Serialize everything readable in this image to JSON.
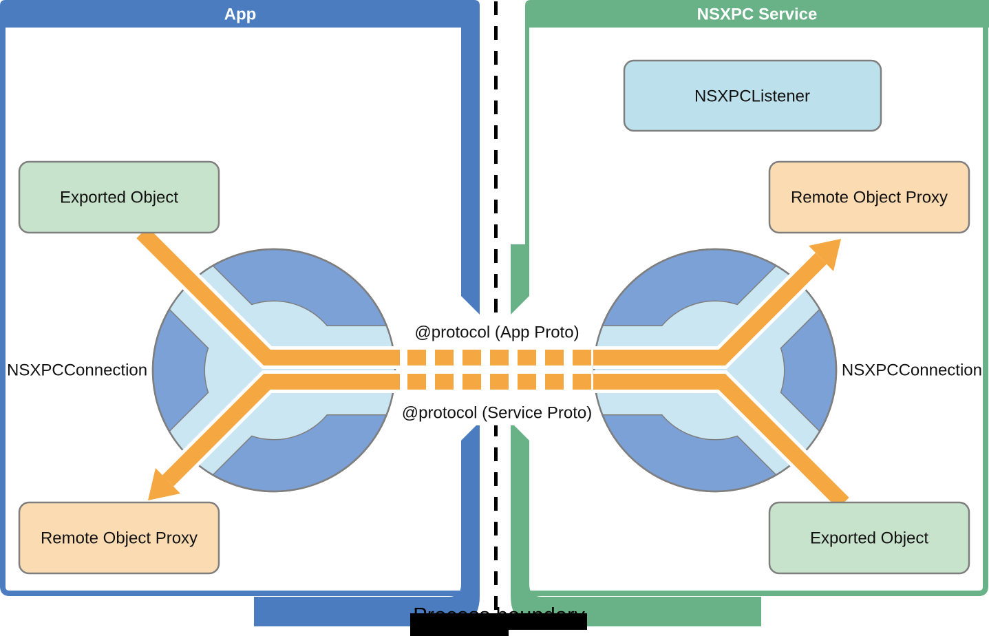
{
  "app": {
    "title": "App",
    "connection_label": "NSXPCConnection",
    "boxes": {
      "exported_object": "Exported Object",
      "remote_object_proxy": "Remote Object Proxy"
    }
  },
  "service": {
    "title": "NSXPC Service",
    "connection_label": "NSXPCConnection",
    "boxes": {
      "listener": "NSXPCListener",
      "remote_object_proxy": "Remote Object Proxy",
      "exported_object": "Exported Object"
    }
  },
  "protocol_labels": {
    "app": "@protocol (App Proto)",
    "service": "@protocol (Service Proto)"
  },
  "process_boundary_label": "Process boundary",
  "colors": {
    "app_accent": "#4A7CBF",
    "service_accent": "#69B287",
    "connection_circle": "#7BA1D7",
    "connection_channel": "#C9E6F2",
    "arrow_orange": "#F5A742",
    "box_green": "#C8E3CB",
    "box_orange": "#FBDBB2",
    "box_light_blue": "#BCE0EC",
    "outline_gray": "#7E7E7E",
    "boundary_black": "#000000"
  }
}
